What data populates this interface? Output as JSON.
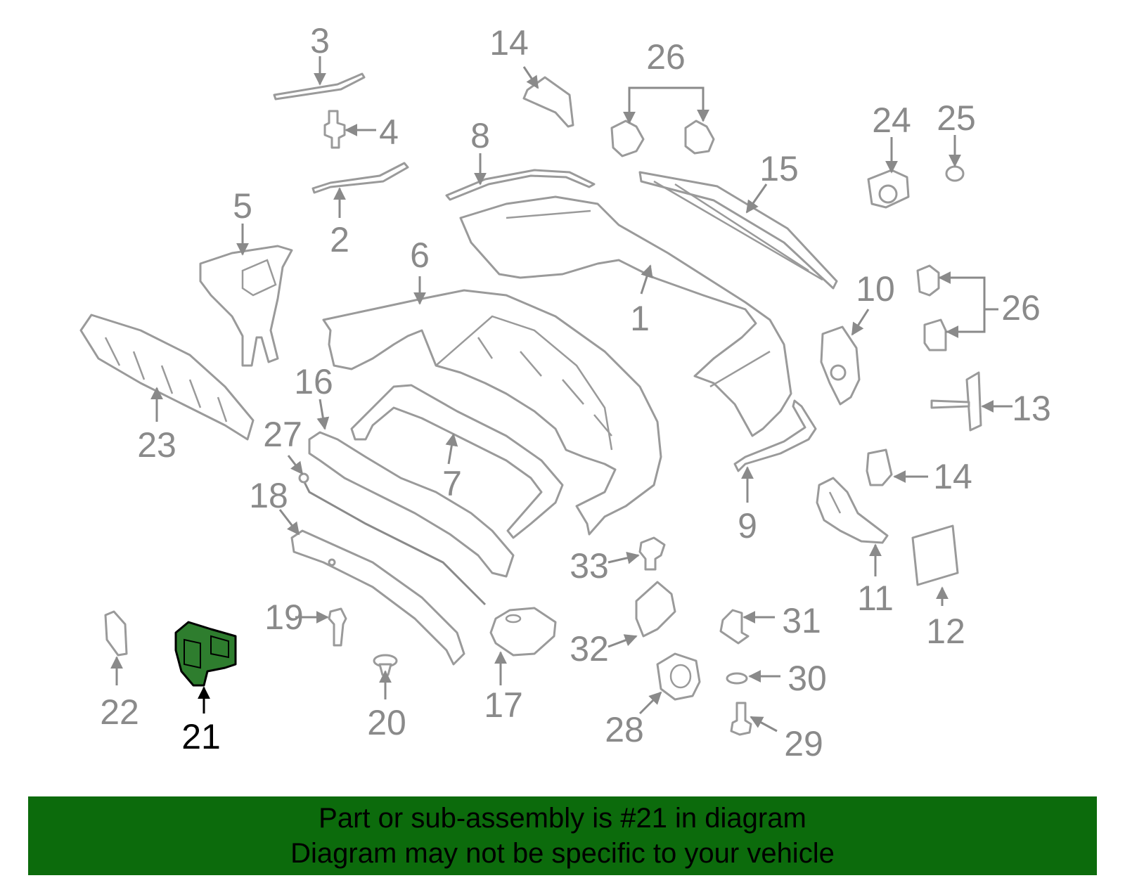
{
  "diagram": {
    "highlight_part": "21",
    "colors": {
      "part_stroke": "#9a9a9a",
      "label": "#8a8a8a",
      "highlight_fill": "#2e7d2e",
      "highlight_label": "#000000",
      "banner": "#0c6b0c"
    },
    "callouts": {
      "c1": "1",
      "c2": "2",
      "c3": "3",
      "c4": "4",
      "c5": "5",
      "c6": "6",
      "c7": "7",
      "c8": "8",
      "c9": "9",
      "c10": "10",
      "c11": "11",
      "c12": "12",
      "c13": "13",
      "c14a": "14",
      "c14b": "14",
      "c15": "15",
      "c16": "16",
      "c17": "17",
      "c18": "18",
      "c19": "19",
      "c20": "20",
      "c21": "21",
      "c22": "22",
      "c23": "23",
      "c24": "24",
      "c25": "25",
      "c26a": "26",
      "c26b": "26",
      "c27": "27",
      "c28": "28",
      "c29": "29",
      "c30": "30",
      "c31": "31",
      "c32": "32",
      "c33": "33"
    }
  },
  "banner": {
    "line1": "Part or sub-assembly is #21 in diagram",
    "line2": "Diagram may not be specific to your vehicle"
  }
}
